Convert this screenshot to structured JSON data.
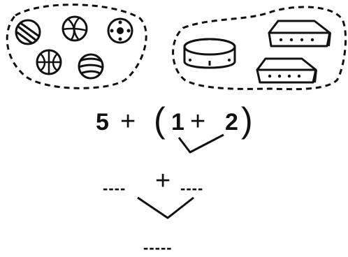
{
  "expression": {
    "first": "5",
    "op1": "+",
    "open_paren": "(",
    "second": "1",
    "op2": "+",
    "third": "2",
    "close_paren": ")"
  },
  "step": {
    "operator": "+",
    "blank_left": "----",
    "blank_right": "----",
    "blank_result": "-----"
  },
  "groups": {
    "balls_count": 5,
    "objects_count": 3
  }
}
